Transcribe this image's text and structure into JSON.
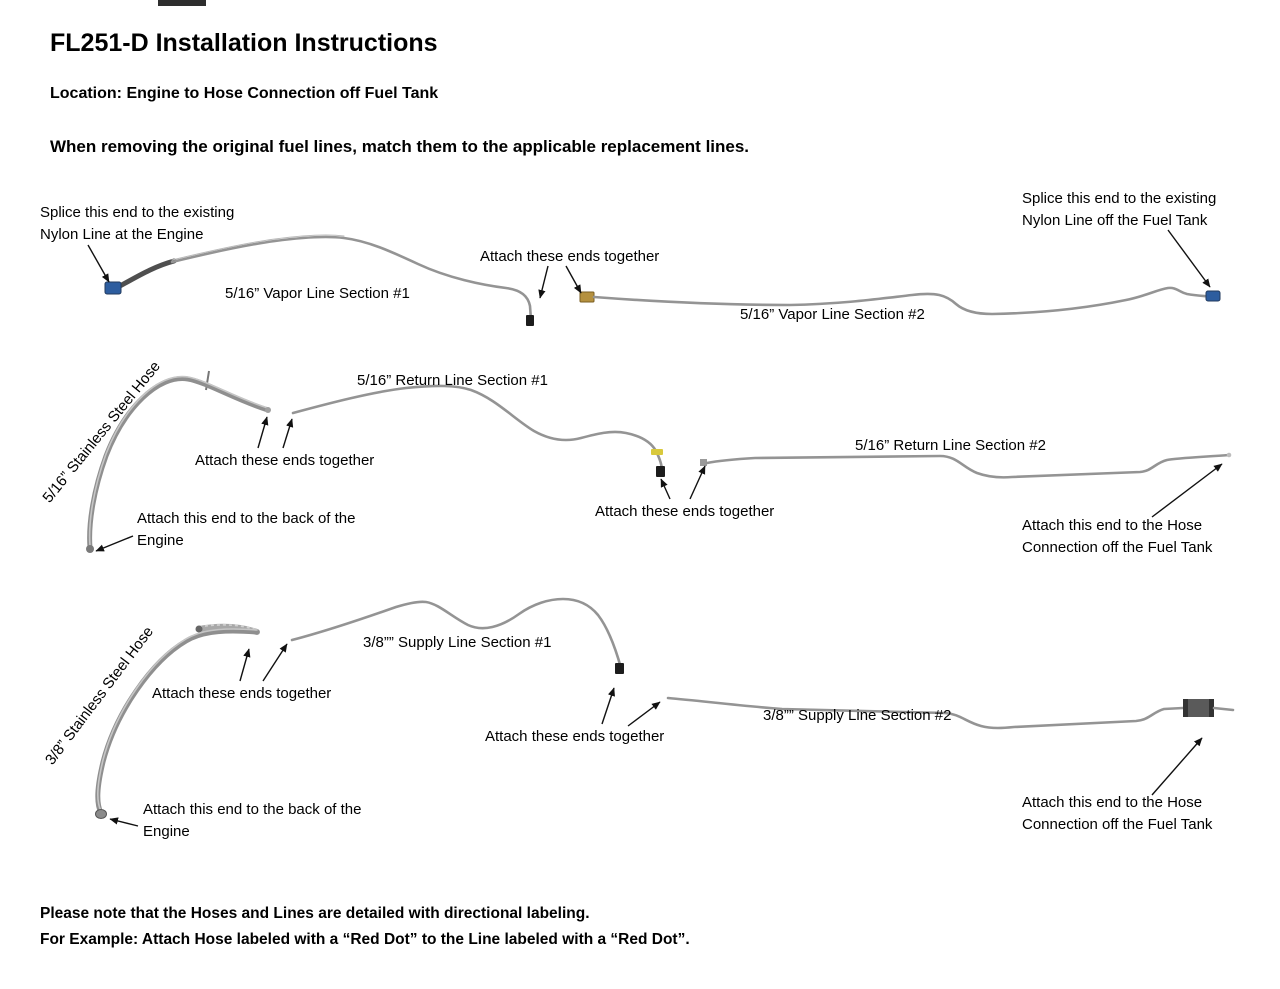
{
  "colors": {
    "fitting_blue": "#2d5d9f",
    "fitting_brass": "#b5913f",
    "band_yellow": "#d9c93c",
    "tip_black": "#1c1c1c"
  },
  "header": {
    "title": "FL251-D Installation Instructions",
    "location": "Location: Engine to Hose Connection off Fuel Tank",
    "intro": "When removing the original fuel lines, match them to the applicable replacement lines."
  },
  "vapor": {
    "splice_engine": "Splice this end to the existing Nylon Line at the Engine",
    "splice_tank": "Splice this end to the existing Nylon Line off the Fuel Tank",
    "section1": "5/16” Vapor Line Section #1",
    "attach": "Attach these ends together",
    "section2": "5/16” Vapor Line Section #2"
  },
  "return_line": {
    "hose_label": "5/16” Stainless Steel Hose",
    "section1": "5/16” Return Line Section #1",
    "attach1": "Attach these ends together",
    "attach2": "Attach these ends together",
    "section2": "5/16” Return Line Section #2",
    "engine_note": "Attach this end to the back of the Engine",
    "tank_note": "Attach this end to the Hose Connection off the Fuel Tank"
  },
  "supply": {
    "hose_label": "3/8” Stainless Steel Hose",
    "section1": "3/8”” Supply Line Section #1",
    "attach1": "Attach these ends together",
    "attach2": "Attach these ends together",
    "section2": "3/8”” Supply Line Section #2",
    "engine_note": "Attach this end to the back of the Engine",
    "tank_note": "Attach this end to the Hose Connection off the Fuel Tank"
  },
  "footer": {
    "line1": "Please note that the Hoses and Lines are detailed with directional labeling.",
    "line2": "For Example: Attach Hose labeled with a “Red Dot” to the Line labeled with a “Red Dot”."
  }
}
